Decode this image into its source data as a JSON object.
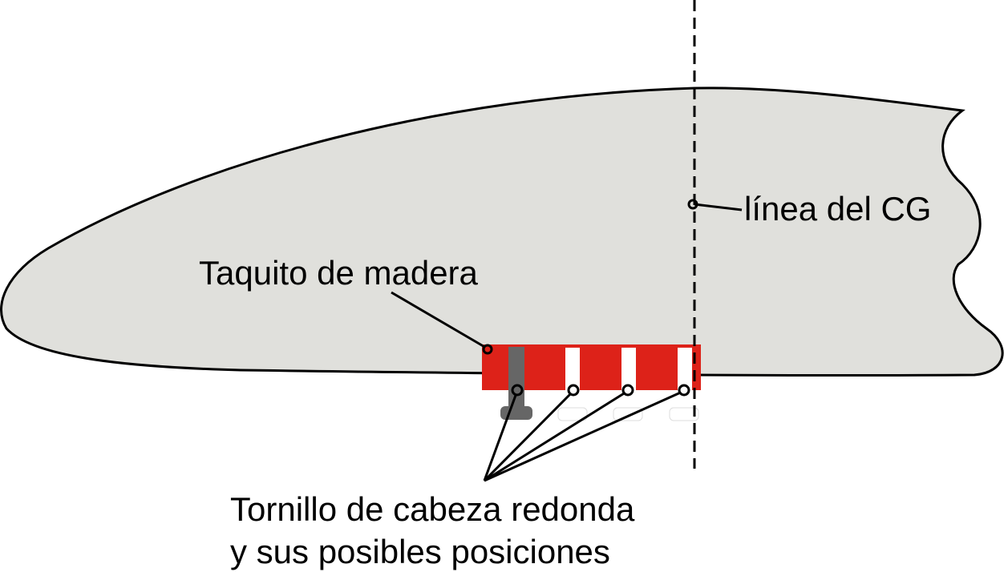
{
  "labels": {
    "block": "Taquito de madera",
    "cg_line": "línea del CG",
    "screw_line1": "Tornillo de cabeza redonda",
    "screw_line2": "y sus posibles posiciones"
  },
  "colors": {
    "wing": "#e0e0dc",
    "block": "#dd2219",
    "screw": "#666666"
  }
}
